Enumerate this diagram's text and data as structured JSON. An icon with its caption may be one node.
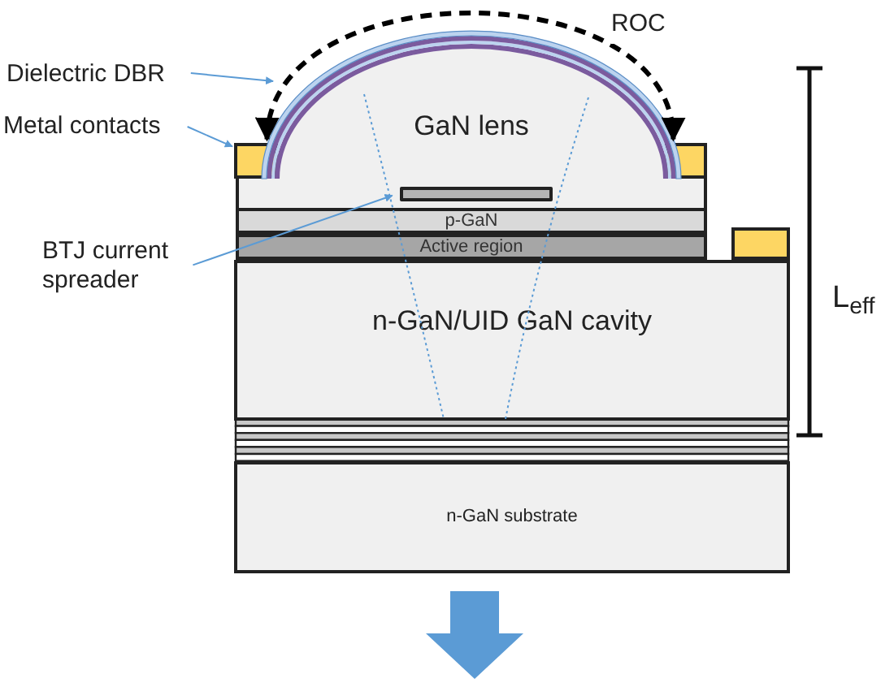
{
  "diagram": {
    "nodes": [
      {
        "text": [
          "Dielectric DBR"
        ]
      },
      {
        "text": [
          "Metal contacts"
        ]
      },
      {
        "text": [],
        "shape": "box"
      },
      {
        "text": [],
        "shape": "box"
      },
      {
        "text": [
          "GaN lens"
        ]
      },
      {
        "text": [
          "BTJ current spreader"
        ]
      },
      {
        "text": [],
        "shape": "bar"
      },
      {
        "text": [
          "p-GaN"
        ]
      },
      {
        "text": [
          "Active region"
        ]
      },
      {
        "text": [],
        "shape": "box"
      },
      {
        "text": [
          "n-GaN/UID GaN cavity"
        ]
      },
      {
        "text": [
          "n-GaN substrate"
        ]
      }
    ],
    "edges": [
      {
        "from": 0,
        "to": null,
        "arrow": "to"
      },
      {
        "from": 1,
        "to": 2,
        "arrow": "to"
      },
      {
        "from": 5,
        "to": 6,
        "arrow": "to"
      },
      {
        "from": 2,
        "to": 3,
        "arrow": "both",
        "label": "ROC",
        "style": "dashed",
        "color": "#000000"
      }
    ],
    "labels": [
      "L$_{eff}$"
    ]
  }
}
